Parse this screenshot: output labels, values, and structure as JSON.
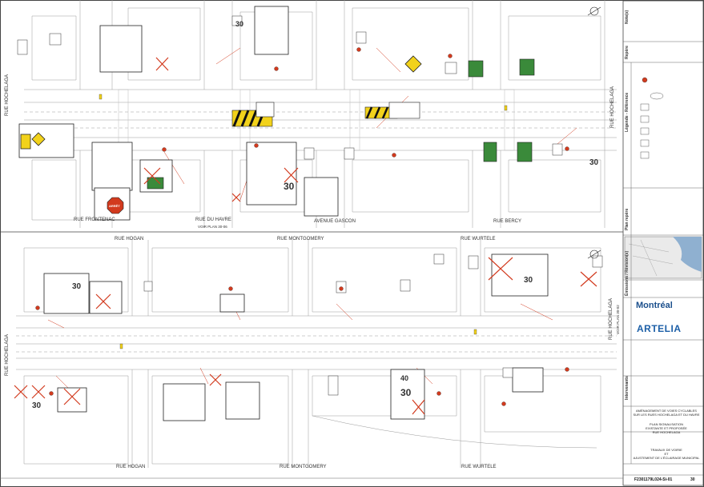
{
  "streets_top": {
    "rue_hochelaga_left": "RUE HOCHELAGA",
    "rue_hochelaga_right": "RUE HOCHELAGA",
    "rue_frontenac": "RUE FRONTENAC",
    "rue_du_havre": "RUE DU HAVRE",
    "voir_plan": "VOIR PLAN 30-06",
    "avenue_gascon": "AVENUE GASCON",
    "rue_bercy": "RUE BERCY"
  },
  "streets_bottom": {
    "rue_hogan_top": "RUE HOGAN",
    "rue_montgomery_top": "RUE MONTGOMERY",
    "rue_wurtele_top": "RUE WURTELE",
    "rue_hochelaga_left": "RUE HOCHELAGA",
    "rue_hochelaga_right": "RUE HOCHELAGA",
    "voir_plan_right": "VOIR PLAN 30-02",
    "rue_hogan_bottom": "RUE HOGAN",
    "rue_montgomery_bottom": "RUE MONTGOMERY",
    "rue_wurtele_bottom": "RUE WURTELE"
  },
  "signs": {
    "speed_30": "30",
    "speed_40": "40",
    "arret": "ARRÊT"
  },
  "title_block": {
    "panel_notes": "Note(s)",
    "panel_repere": "Repère",
    "panel_legende": "Légende - Référence",
    "panel_plan_repere": "Plan repère",
    "panel_emissions": "Émissions / Révision(s)",
    "panel_intervenants": "Intervenants",
    "client": "Montréal",
    "consultant": "ARTELIA",
    "project_line1": "AMÉNAGEMENT DE VOIES CYCLABLES",
    "project_line2": "SUR LES RUES HOCHELAGA ET DU HAVRE",
    "drawing_title1": "PLAN SIGNALISATION",
    "drawing_title2": "EXISTANTE ET PROPOSÉE",
    "drawing_title3": "RUE HOCHELAGA",
    "work_line1": "TRAVAUX DE VOIRIE",
    "work_line2": "ET",
    "work_line3": "AJUSTEMENT DE L'ÉCLAIRAGE MUNICIPAL",
    "drawing_number": "F2301179L024-Si-01",
    "sheet": "30"
  },
  "colors": {
    "line": "#8a8a8a",
    "dark": "#222222",
    "red": "#d23a1e",
    "yellow": "#f2d21b",
    "green": "#3a8a3a",
    "water": "#8fb0d0"
  }
}
